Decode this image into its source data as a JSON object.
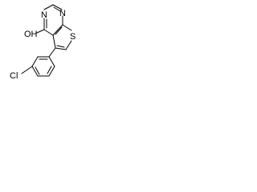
{
  "molecule": {
    "atoms": {
      "n_top": "N",
      "n_left": "N",
      "s_ring": "S",
      "oh": "OH",
      "cl": "Cl"
    }
  },
  "colors": {
    "bond": "#000000",
    "label": "#000000",
    "background": "#ffffff"
  }
}
